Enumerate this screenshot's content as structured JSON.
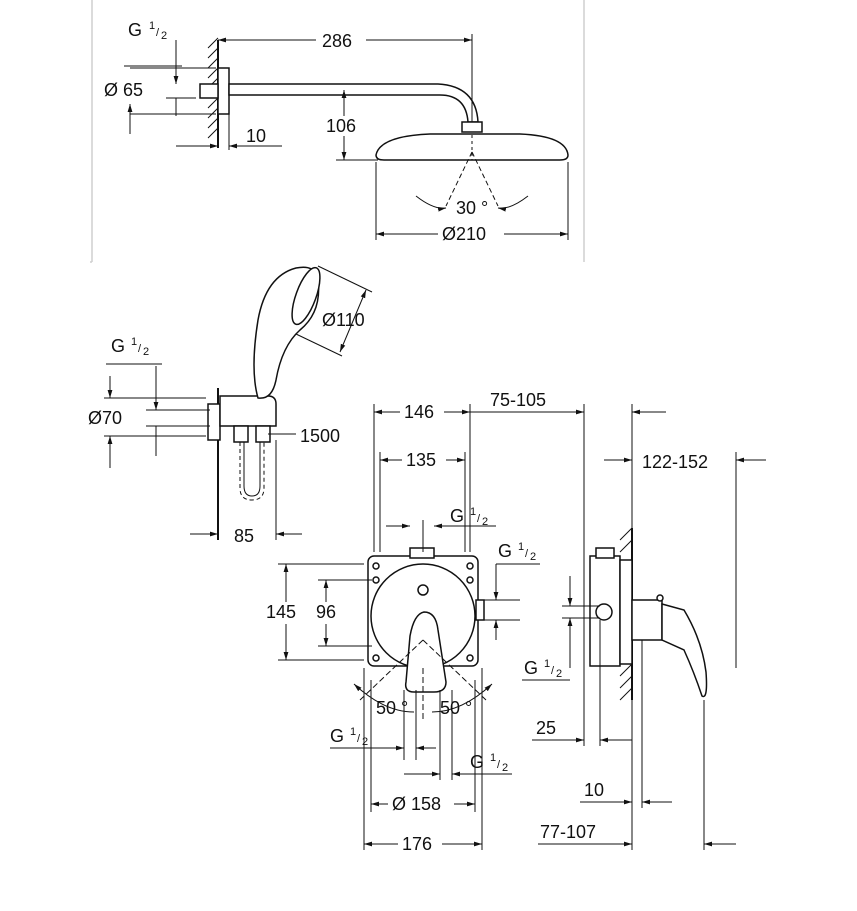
{
  "overhead_shower": {
    "dims": {
      "connection": "G",
      "connection_sup": "1",
      "connection_sub": "2",
      "rosette_diameter": "Ø 65",
      "arm_length": "286",
      "arm_drop": "106",
      "wall_offset": "10",
      "spray_angle": "30 °",
      "head_diameter": "Ø210"
    }
  },
  "hand_shower": {
    "dims": {
      "connection": "G",
      "connection_sup": "1",
      "connection_sub": "2",
      "elbow_diameter": "Ø70",
      "hose_length": "1500",
      "projection": "85",
      "head_diameter": "Ø110"
    }
  },
  "mixer_front": {
    "dims": {
      "box_width": "146",
      "inner_width": "135",
      "box_height": "145",
      "inner_height": "96",
      "outlet_top": "G",
      "outlet_top_sup": "1",
      "outlet_top_sub": "2",
      "outlet_side": "G",
      "outlet_side_sup": "1",
      "outlet_side_sub": "2",
      "angle_left": "50 °",
      "angle_right": "50 °",
      "inlet_left": "G",
      "inlet_left_sup": "1",
      "inlet_left_sub": "2",
      "inlet_right": "G",
      "inlet_right_sup": "1",
      "inlet_right_sub": "2",
      "plate_diameter": "Ø 158",
      "plate_width": "176"
    }
  },
  "mixer_side": {
    "dims": {
      "install_depth": "75-105",
      "lever_projection": "122-152",
      "inlet": "G",
      "inlet_sup": "1",
      "inlet_sub": "2",
      "body_depth": "25",
      "plate_thickness": "10",
      "total_depth": "77-107"
    }
  }
}
